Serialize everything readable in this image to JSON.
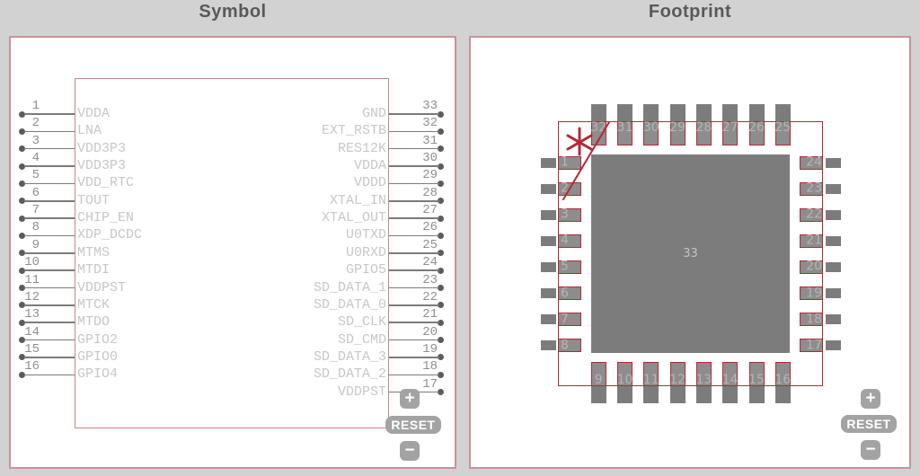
{
  "symbol_panel": {
    "title": "Symbol",
    "pins_left": [
      {
        "num": "1",
        "name": "VDDA"
      },
      {
        "num": "2",
        "name": "LNA"
      },
      {
        "num": "3",
        "name": "VDD3P3"
      },
      {
        "num": "4",
        "name": "VDD3P3"
      },
      {
        "num": "5",
        "name": "VDD_RTC"
      },
      {
        "num": "6",
        "name": "TOUT"
      },
      {
        "num": "7",
        "name": "CHIP_EN"
      },
      {
        "num": "8",
        "name": "XDP_DCDC"
      },
      {
        "num": "9",
        "name": "MTMS"
      },
      {
        "num": "10",
        "name": "MTDI"
      },
      {
        "num": "11",
        "name": "VDDPST"
      },
      {
        "num": "12",
        "name": "MTCK"
      },
      {
        "num": "13",
        "name": "MTDO"
      },
      {
        "num": "14",
        "name": "GPIO2"
      },
      {
        "num": "15",
        "name": "GPIO0"
      },
      {
        "num": "16",
        "name": "GPIO4"
      }
    ],
    "pins_right": [
      {
        "num": "33",
        "name": "GND"
      },
      {
        "num": "32",
        "name": "EXT_RSTB"
      },
      {
        "num": "31",
        "name": "RES12K"
      },
      {
        "num": "30",
        "name": "VDDA"
      },
      {
        "num": "29",
        "name": "VDDD"
      },
      {
        "num": "28",
        "name": "XTAL_IN"
      },
      {
        "num": "27",
        "name": "XTAL_OUT"
      },
      {
        "num": "26",
        "name": "U0TXD"
      },
      {
        "num": "25",
        "name": "U0RXD"
      },
      {
        "num": "24",
        "name": "GPIO5"
      },
      {
        "num": "23",
        "name": "SD_DATA_1"
      },
      {
        "num": "22",
        "name": "SD_DATA_0"
      },
      {
        "num": "21",
        "name": "SD_CLK"
      },
      {
        "num": "20",
        "name": "SD_CMD"
      },
      {
        "num": "19",
        "name": "SD_DATA_3"
      },
      {
        "num": "18",
        "name": "SD_DATA_2"
      },
      {
        "num": "17",
        "name": "VDDPST"
      }
    ]
  },
  "footprint_panel": {
    "title": "Footprint",
    "pins_top": [
      "32",
      "31",
      "30",
      "29",
      "28",
      "27",
      "26",
      "25"
    ],
    "pins_left": [
      "1",
      "2",
      "3",
      "4",
      "5",
      "6",
      "7",
      "8"
    ],
    "pins_bottom": [
      "9",
      "10",
      "11",
      "12",
      "13",
      "14",
      "15",
      "16"
    ],
    "pins_right": [
      "24",
      "23",
      "22",
      "21",
      "20",
      "19",
      "18",
      "17"
    ],
    "center_pad": "33",
    "pin1_marker": "star-and-diagonal"
  },
  "controls": {
    "zoom_in": "+",
    "reset": "RESET",
    "zoom_out": "−"
  },
  "colors": {
    "page_bg": "#d2d2d2",
    "panel_bg": "#ffffff",
    "panel_border": "#cb9196",
    "symbol_outline": "#ca868b",
    "pin_line": "#7b7b7b",
    "pin_dot": "#5c5c5c",
    "pin_number": "#8f8f8f",
    "pin_name": "#c7c7c7",
    "title_text": "#58595b",
    "button_bg": "#a3a3a3",
    "button_text": "#ffffff",
    "footprint_red": "#b22a35",
    "pad_outer": "#7c7c7c",
    "pad_inner": "#8d8d8d",
    "pad_number": "#b5b5b5",
    "center_number": "#c6c3bf"
  }
}
